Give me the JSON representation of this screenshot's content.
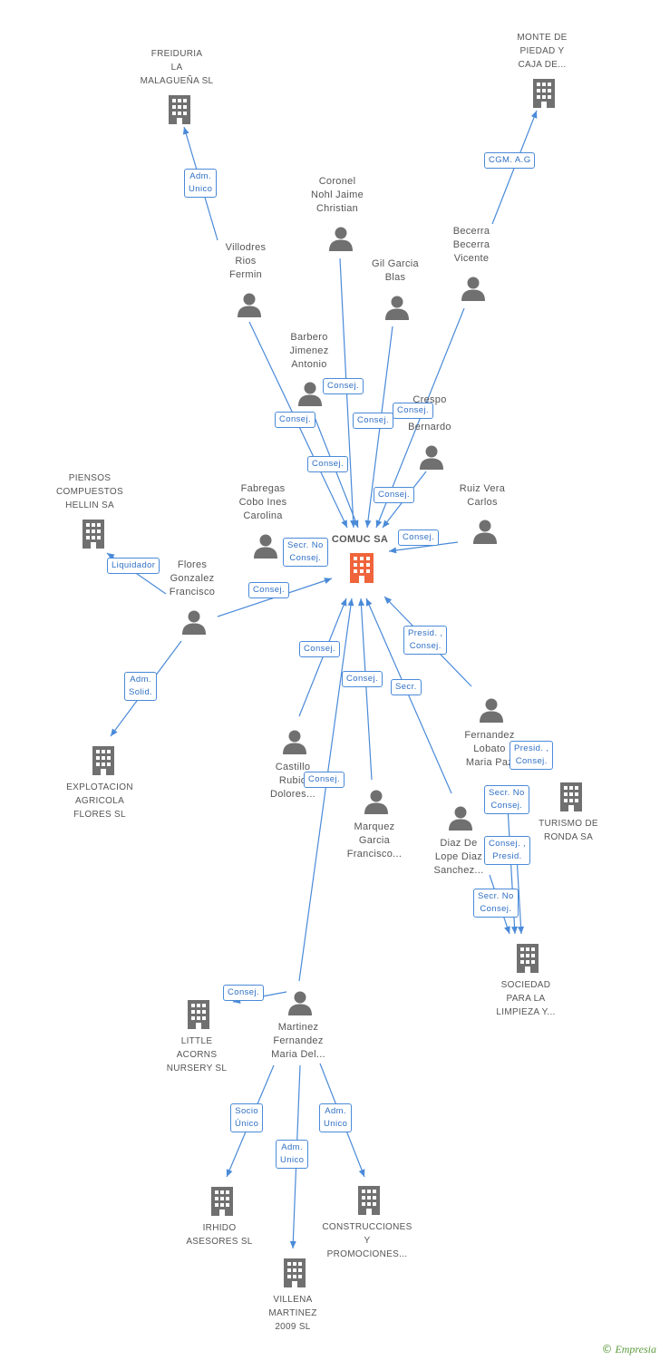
{
  "colors": {
    "edge": "#4a8ad8",
    "icon": "#707070",
    "center_icon": "#f0643c"
  },
  "center": {
    "label": "COMUC SA"
  },
  "persons": [
    {
      "id": "villodres",
      "label": "Villodres\nRios\nFermin"
    },
    {
      "id": "coronel",
      "label": "Coronel\nNohl Jaime\nChristian"
    },
    {
      "id": "gil",
      "label": "Gil Garcia\nBlas"
    },
    {
      "id": "becerra",
      "label": "Becerra\nBecerra\nVicente"
    },
    {
      "id": "barbero",
      "label": "Barbero\nJimenez\nAntonio"
    },
    {
      "id": "crespo",
      "label": "Crespo\n...\nBernardo"
    },
    {
      "id": "fabregas",
      "label": "Fabregas\nCobo Ines\nCarolina"
    },
    {
      "id": "ruiz",
      "label": "Ruiz Vera\nCarlos"
    },
    {
      "id": "flores",
      "label": "Flores\nGonzalez\nFrancisco"
    },
    {
      "id": "castillo",
      "label": "Castillo\nRubio\nDolores..."
    },
    {
      "id": "marquez",
      "label": "Marquez\nGarcia\nFrancisco..."
    },
    {
      "id": "fernandez",
      "label": "Fernandez\nLobato\nMaria Paz"
    },
    {
      "id": "diaz",
      "label": "Diaz De\nLope Diaz\nSanchez..."
    },
    {
      "id": "martinez",
      "label": "Martinez\nFernandez\nMaria Del..."
    }
  ],
  "companies": [
    {
      "id": "freiduria",
      "label": "FREIDURIA\nLA\nMALAGUEÑA SL"
    },
    {
      "id": "monte",
      "label": "MONTE DE\nPIEDAD Y\nCAJA DE..."
    },
    {
      "id": "piensos",
      "label": "PIENSOS\nCOMPUESTOS\nHELLIN SA"
    },
    {
      "id": "explotacion",
      "label": "EXPLOTACION\nAGRICOLA\nFLORES SL"
    },
    {
      "id": "turismo",
      "label": "TURISMO DE\nRONDA SA"
    },
    {
      "id": "sociedad",
      "label": "SOCIEDAD\nPARA LA\nLIMPIEZA Y..."
    },
    {
      "id": "little",
      "label": "LITTLE\nACORNS\nNURSERY SL"
    },
    {
      "id": "irhido",
      "label": "IRHIDO\nASESORES SL"
    },
    {
      "id": "construcciones",
      "label": "CONSTRUCCIONES\nY\nPROMOCIONES..."
    },
    {
      "id": "villena",
      "label": "VILLENA\nMARTINEZ\n2009 SL"
    }
  ],
  "relations": [
    {
      "id": "r_adm_freiduria",
      "label": "Adm.\nUnico"
    },
    {
      "id": "r_cgm",
      "label": "CGM. A.G"
    },
    {
      "id": "r_consej_coronel",
      "label": "Consej."
    },
    {
      "id": "r_consej_barbero",
      "label": "Consej."
    },
    {
      "id": "r_consej_gil",
      "label": "Consej."
    },
    {
      "id": "r_consej_becerra",
      "label": "Consej."
    },
    {
      "id": "r_consej_villodres",
      "label": "Consej."
    },
    {
      "id": "r_consej_crespo",
      "label": "Consej."
    },
    {
      "id": "r_consej_ruiz",
      "label": "Consej."
    },
    {
      "id": "r_secr_fabregas",
      "label": "Secr. No\nConsej."
    },
    {
      "id": "r_liquidador",
      "label": "Liquidador"
    },
    {
      "id": "r_consej_flores",
      "label": "Consej."
    },
    {
      "id": "r_adm_solid",
      "label": "Adm.\nSolid."
    },
    {
      "id": "r_consej_castillo",
      "label": "Consej."
    },
    {
      "id": "r_consej_marquez",
      "label": "Consej."
    },
    {
      "id": "r_secr_diaz",
      "label": "Secr."
    },
    {
      "id": "r_presid_fernandez",
      "label": "Presid. ,\nConsej."
    },
    {
      "id": "r_consej_martinez",
      "label": "Consej."
    },
    {
      "id": "r_presid_turismo",
      "label": "Presid. ,\nConsej."
    },
    {
      "id": "r_secr_sociedad1",
      "label": "Secr. No\nConsej."
    },
    {
      "id": "r_consej_presid_sociedad",
      "label": "Consej. ,\nPresid."
    },
    {
      "id": "r_secr_sociedad2",
      "label": "Secr. No\nConsej."
    },
    {
      "id": "r_consej_little",
      "label": "Consej."
    },
    {
      "id": "r_socio_irhido",
      "label": "Socio\nÚnico"
    },
    {
      "id": "r_adm_villena",
      "label": "Adm.\nUnico"
    },
    {
      "id": "r_adm_construcciones",
      "label": "Adm.\nUnico"
    }
  ],
  "footer": {
    "copyright": "©",
    "brand": "Empresia"
  }
}
